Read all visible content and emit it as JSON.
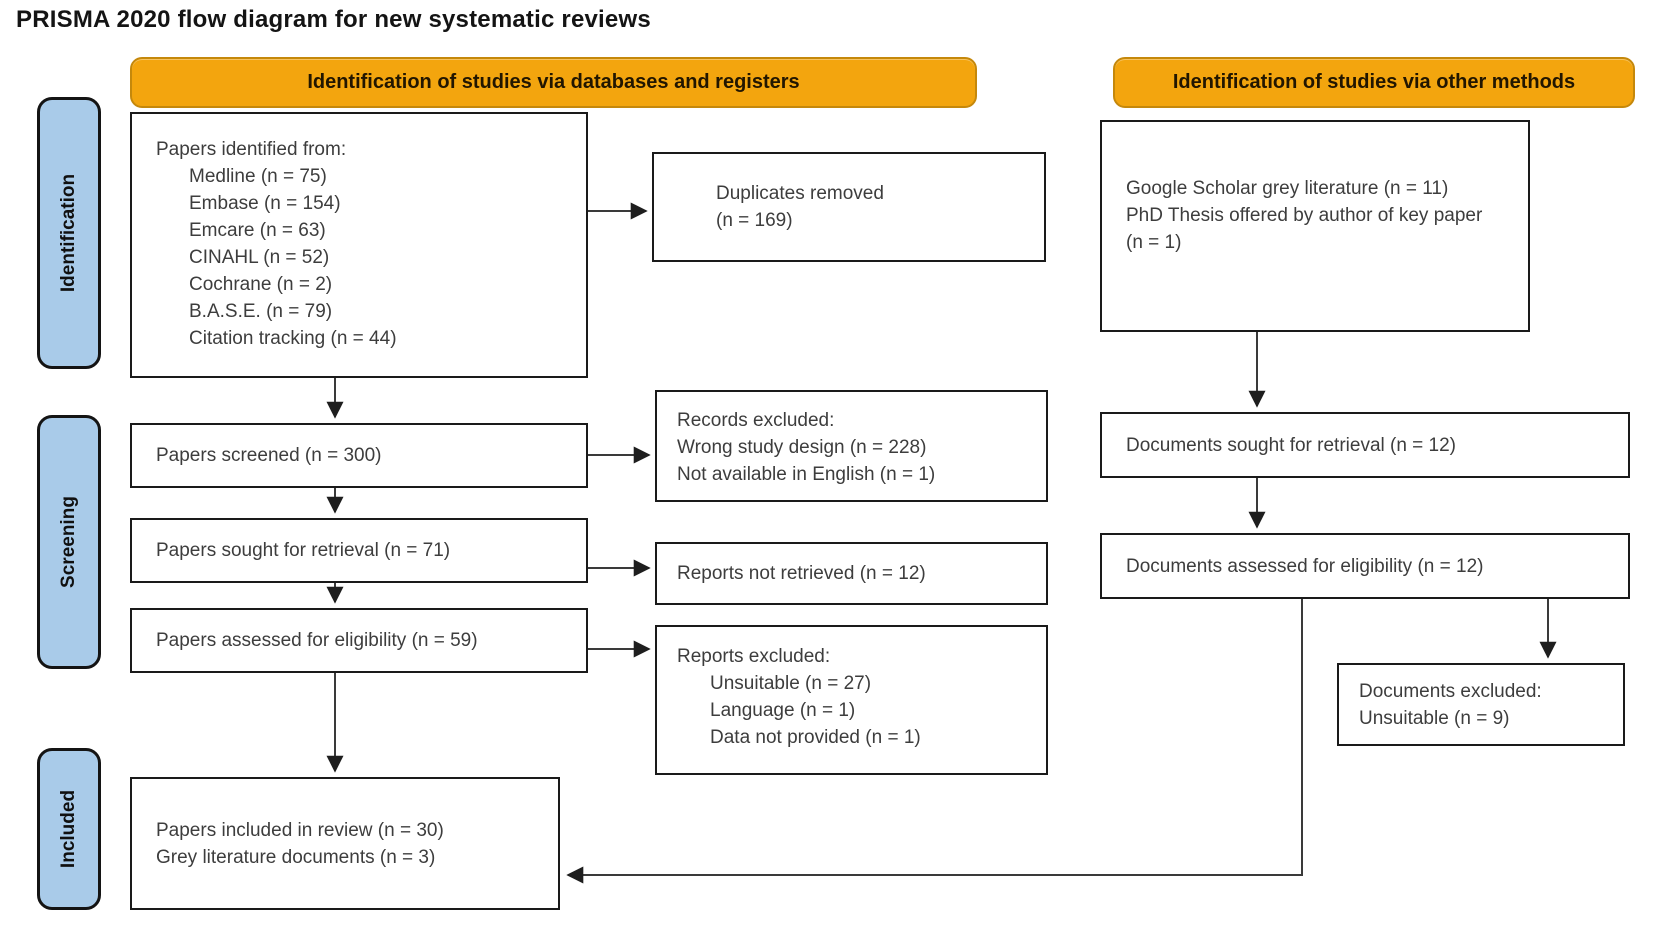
{
  "title": "PRISMA 2020 flow diagram for new systematic reviews",
  "banners": {
    "databases": "Identification of studies via databases and registers",
    "other": "Identification of studies via other methods"
  },
  "stages": {
    "identification": "Identification",
    "screening": "Screening",
    "included": "Included"
  },
  "colors": {
    "banner_fill": "#F3A50E",
    "banner_border": "#C5880B",
    "stage_fill": "#A9CBE9",
    "box_border": "#1A1A1A",
    "box_text": "#3D3D3D",
    "arrow": "#3A3A3A"
  },
  "boxes": {
    "identified": {
      "lines": [
        "Papers identified from:",
        "Medline (n = 75)",
        "Embase (n = 154)",
        "Emcare (n = 63)",
        "CINAHL (n = 52)",
        "Cochrane (n = 2)",
        "B.A.S.E. (n = 79)",
        "Citation tracking (n = 44)"
      ]
    },
    "duplicates": {
      "lines": [
        "Duplicates removed",
        "(n = 169)"
      ]
    },
    "screened": {
      "label": "Papers screened (n = 300)"
    },
    "records_excluded": {
      "lines": [
        "Records excluded:",
        "Wrong study design (n = 228)",
        "Not available in English (n = 1)"
      ]
    },
    "sought": {
      "label": "Papers sought for retrieval (n = 71)"
    },
    "not_retrieved": {
      "label": "Reports not retrieved (n = 12)"
    },
    "assessed": {
      "label": "Papers assessed for eligibility (n = 59)"
    },
    "reports_excluded": {
      "lines": [
        "Reports excluded:",
        "Unsuitable (n = 27)",
        "Language (n = 1)",
        "Data not provided (n = 1)"
      ]
    },
    "included": {
      "lines": [
        "Papers included in review (n = 30)",
        "Grey literature documents (n = 3)"
      ]
    },
    "other_identified": {
      "lines": [
        "Google Scholar grey literature (n = 11)",
        "PhD Thesis offered by author of key paper",
        "(n = 1)"
      ]
    },
    "docs_sought": {
      "label": "Documents sought for retrieval (n = 12)"
    },
    "docs_assessed": {
      "label": "Documents assessed for eligibility (n = 12)"
    },
    "docs_excluded": {
      "lines": [
        "Documents excluded:",
        "Unsuitable (n = 9)"
      ]
    }
  }
}
